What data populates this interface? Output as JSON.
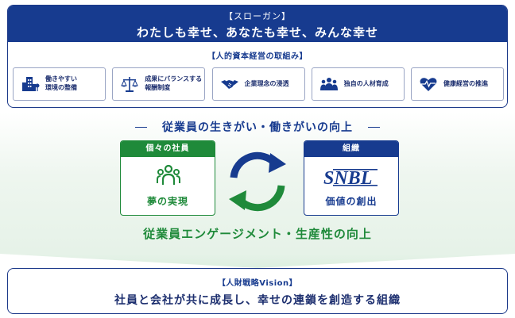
{
  "slogan": {
    "label": "【スローガン】",
    "text": "わたしも幸せ、あなたも幸せ、みんな幸せ"
  },
  "initiatives": {
    "title": "【人的資本経営の取組み】",
    "items": [
      {
        "line1": "働きやすい",
        "line2": "環境の整備",
        "icon": "building-icon"
      },
      {
        "line1": "成果にバランスする",
        "line2": "報酬制度",
        "icon": "scales-icon"
      },
      {
        "line1": "企業理念の浸透",
        "line2": "",
        "icon": "handshake-icon"
      },
      {
        "line1": "独自の人材育成",
        "line2": "",
        "icon": "people-group-icon"
      },
      {
        "line1": "健康経営の推進",
        "line2": "",
        "icon": "heart-pulse-icon"
      }
    ]
  },
  "cycle": {
    "title": "従業員の生きがい・働きがいの向上",
    "left": {
      "header": "個々の社員",
      "label": "夢の実現",
      "icon": "people-icon",
      "color": "#1f8a3a"
    },
    "right": {
      "header": "組織",
      "label": "価値の創出",
      "logo": "SNBL",
      "color": "#173b8f"
    },
    "arrow_blue": "#173b8f",
    "arrow_green": "#1f8a3a"
  },
  "result": {
    "title": "従業員エンゲージメント・生産性の向上"
  },
  "vision": {
    "label": "【人財戦略Vision】",
    "statement": "社員と会社が共に成長し、幸せの連鎖を創造する組織"
  }
}
